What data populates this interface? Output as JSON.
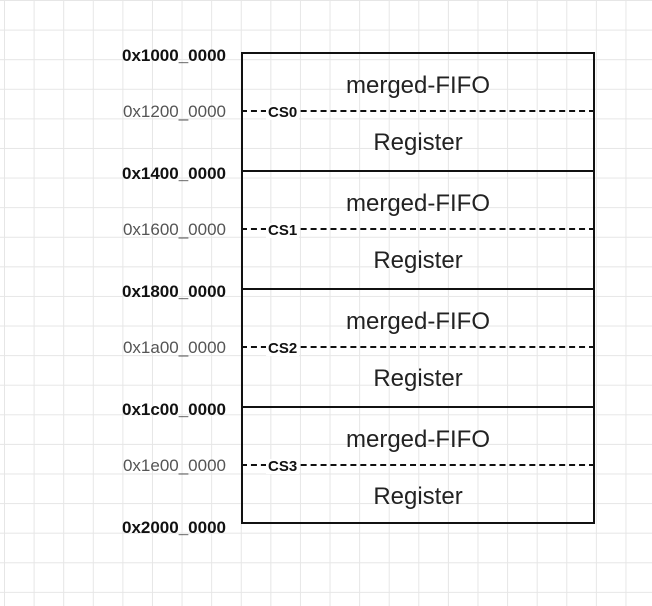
{
  "regions": [
    {
      "start": "0x1000_0000",
      "mid": "0x1200_0000",
      "cs": "CS0",
      "top_text": "merged-FIFO",
      "bottom_text": "Register"
    },
    {
      "start": "0x1400_0000",
      "mid": "0x1600_0000",
      "cs": "CS1",
      "top_text": "merged-FIFO",
      "bottom_text": "Register"
    },
    {
      "start": "0x1800_0000",
      "mid": "0x1a00_0000",
      "cs": "CS2",
      "top_text": "merged-FIFO",
      "bottom_text": "Register"
    },
    {
      "start": "0x1c00_0000",
      "mid": "0x1e00_0000",
      "cs": "CS3",
      "top_text": "merged-FIFO",
      "bottom_text": "Register"
    }
  ],
  "end_address": "0x2000_0000"
}
